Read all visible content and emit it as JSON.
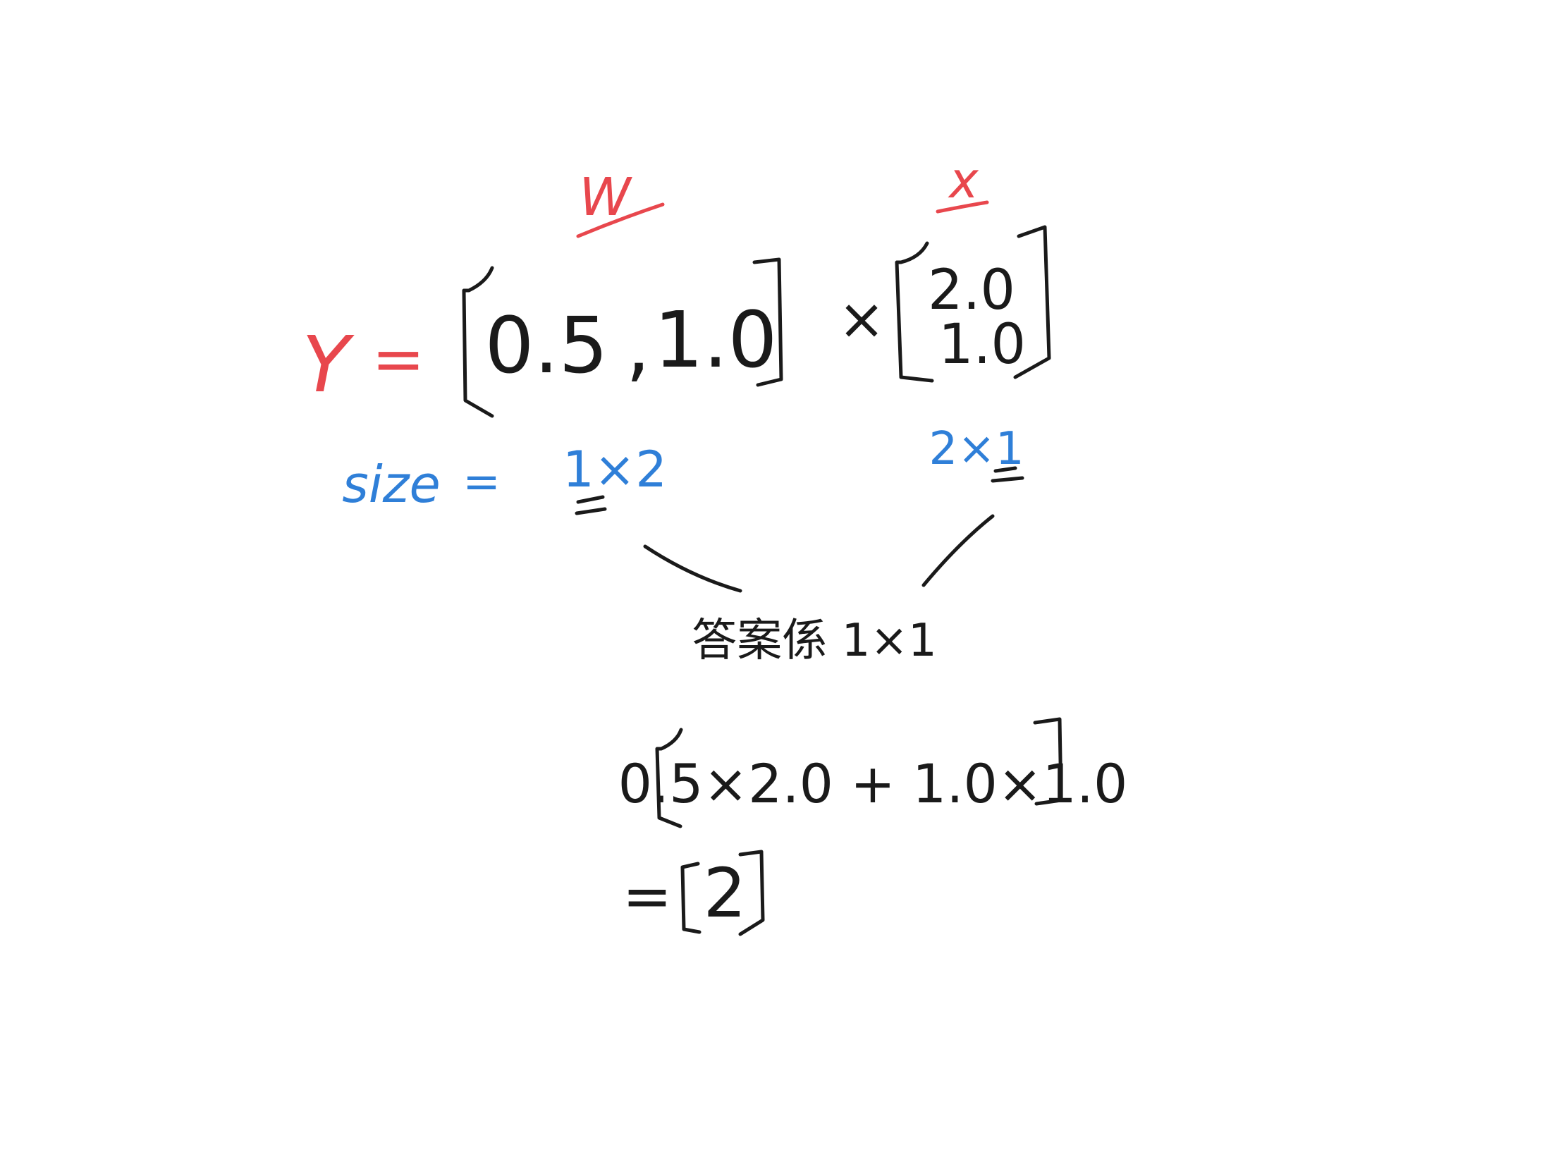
{
  "colors": {
    "ink": "#1a1a1a",
    "red": "#e8474d",
    "blue": "#2f7fd8",
    "background": "#ffffff"
  },
  "labels": {
    "w": "W",
    "x": "x",
    "y": "Y",
    "eq1": "=",
    "times": "×",
    "size": "size",
    "eq_size": "=",
    "size_w": "1×2",
    "size_x": "2×1",
    "answer_note": "答案係 1×1",
    "final_eq": "="
  },
  "matrix_w": [
    "0.5",
    ",",
    "1.0"
  ],
  "matrix_x": [
    "2.0",
    "1.0"
  ],
  "expansion": "0.5×2.0 + 1.0×1.0",
  "result": "2"
}
